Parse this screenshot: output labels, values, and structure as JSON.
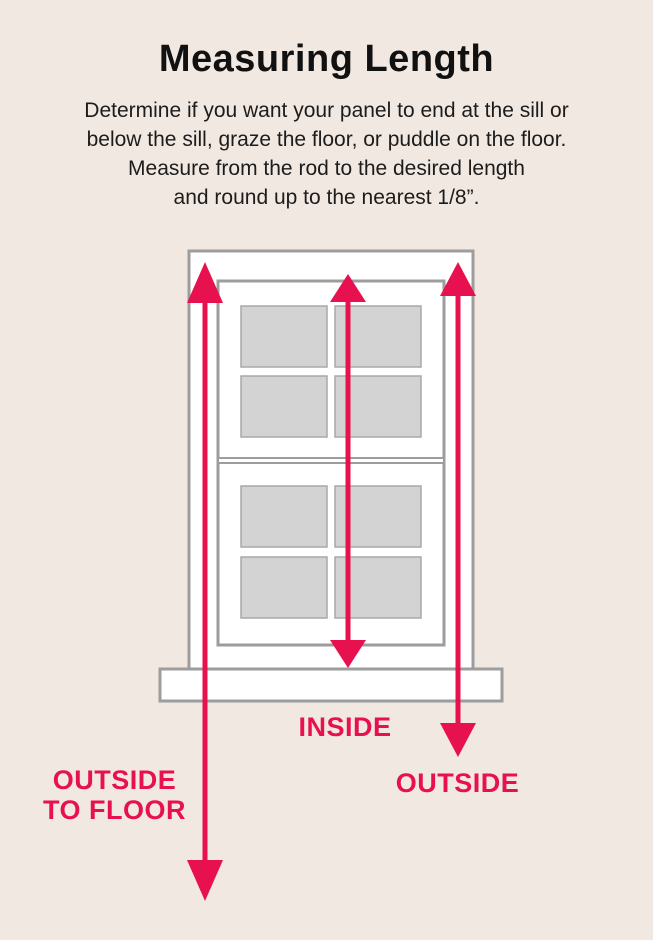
{
  "title": "Measuring Length",
  "description": [
    "Determine if you want your panel to end at the sill or",
    "below the sill, graze the floor, or puddle on the floor.",
    "Measure from the rod to the desired length",
    "and round up to the nearest 1/8”."
  ],
  "labels": {
    "inside": "INSIDE",
    "outside": "OUTSIDE",
    "outside_to_floor_line1": "OUTSIDE",
    "outside_to_floor_line2": "TO FLOOR"
  },
  "colors": {
    "background": "#f1e8e2",
    "accent": "#e8114f",
    "frame": "#ffffff",
    "frame_stroke": "#9d9d9d",
    "glass": "#d3d3d3"
  }
}
